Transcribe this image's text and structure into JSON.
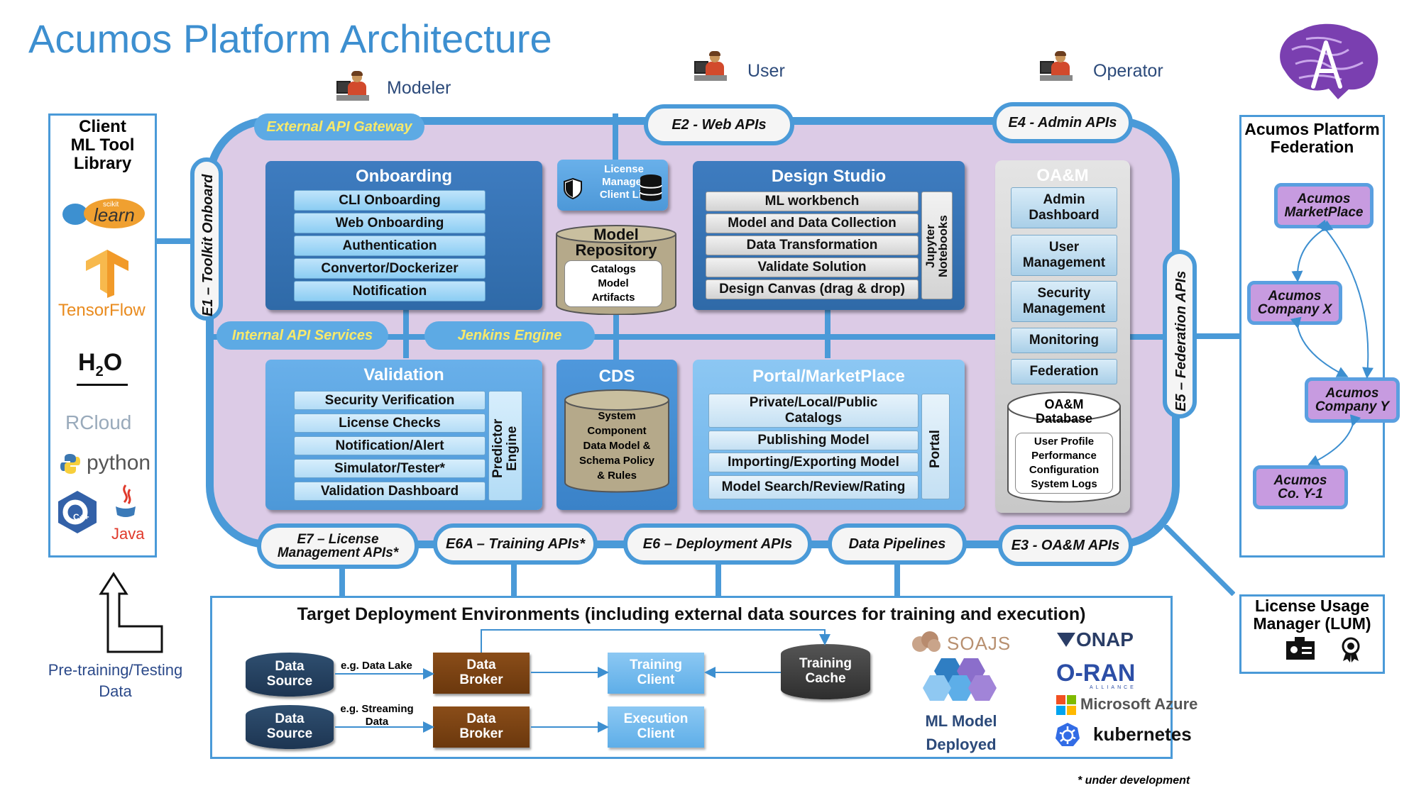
{
  "title": "Acumos Platform Architecture",
  "roles": {
    "modeler": "Modeler",
    "user": "User",
    "operator": "Operator"
  },
  "client_library": {
    "title_lines": [
      "Client",
      "ML Tool",
      "Library"
    ],
    "logos": [
      "scikit",
      "learn",
      "TensorFlow",
      "H",
      "2",
      "O",
      "RCloud",
      "python",
      "C++",
      "Java"
    ]
  },
  "pretraining": [
    "Pre-training/Testing",
    "Data"
  ],
  "gateways": {
    "external": "External API Gateway",
    "internal": "Internal API Services",
    "jenkins": "Jenkins Engine"
  },
  "apis": {
    "e1": "E1 – Toolkit Onboard",
    "e2": "E2 - Web APIs",
    "e4": "E4 - Admin APIs",
    "e5": "E5 – Federation APIs",
    "e7": [
      "E7 – License",
      "Management APIs*"
    ],
    "e6a": "E6A – Training APIs*",
    "e6": "E6 – Deployment APIs",
    "data_pipelines": "Data Pipelines",
    "e3": "E3 - OA&M APIs"
  },
  "onboarding": {
    "title": "Onboarding",
    "items": [
      "CLI Onboarding",
      "Web Onboarding",
      "Authentication",
      "Convertor/Dockerizer",
      "Notification"
    ]
  },
  "license_manager": [
    "License",
    "Manager",
    "Client Lib"
  ],
  "model_repository": {
    "title": [
      "Model",
      "Repository"
    ],
    "contents": [
      "Catalogs",
      "Model",
      "Artifacts"
    ]
  },
  "design_studio": {
    "title": "Design Studio",
    "items": [
      "ML workbench",
      "Model and Data Collection",
      "Data Transformation",
      "Validate Solution",
      "Design Canvas (drag & drop)"
    ],
    "side": [
      "Jupyter",
      "Notebooks"
    ]
  },
  "oam": {
    "title": "OA&M",
    "items": [
      [
        "Admin",
        "Dashboard"
      ],
      [
        "User",
        "Management"
      ],
      [
        "Security",
        "Management"
      ],
      [
        "Monitoring"
      ],
      [
        "Federation"
      ]
    ],
    "database_title": [
      "OA&M",
      "Database"
    ],
    "database_items": [
      "User Profile",
      "Performance",
      "Configuration",
      "System Logs"
    ]
  },
  "validation": {
    "title": "Validation",
    "items": [
      "Security Verification",
      "License Checks",
      "Notification/Alert",
      "Simulator/Tester*",
      "Validation Dashboard"
    ],
    "side": [
      "Predictor",
      "Engine"
    ]
  },
  "cds": {
    "title": "CDS",
    "contents": [
      "System",
      "Component",
      "Data Model &",
      "Schema Policy",
      "& Rules"
    ]
  },
  "portal": {
    "title": "Portal/MarketPlace",
    "items": [
      [
        "Private/Local/Public",
        "Catalogs"
      ],
      [
        "Publishing Model"
      ],
      [
        "Importing/Exporting Model"
      ],
      [
        "Model Search/Review/Rating"
      ]
    ],
    "side": "Portal"
  },
  "federation": {
    "title": [
      "Acumos Platform",
      "Federation"
    ],
    "nodes": [
      [
        "Acumos",
        "MarketPlace"
      ],
      [
        "Acumos",
        "Company X"
      ],
      [
        "Acumos",
        "Company Y"
      ],
      [
        "Acumos",
        "Co. Y-1"
      ]
    ]
  },
  "lum": {
    "title": [
      "License Usage",
      "Manager (LUM)"
    ]
  },
  "target": {
    "title": "Target Deployment Environments (including external data sources for training and execution)",
    "data_source": [
      "Data",
      "Source"
    ],
    "data_broker": [
      "Data",
      "Broker"
    ],
    "training_client": [
      "Training",
      "Client"
    ],
    "execution_client": [
      "Execution",
      "Client"
    ],
    "training_cache": [
      "Training",
      "Cache"
    ],
    "eg_lake": "e.g. Data Lake",
    "eg_streaming": [
      "e.g. Streaming",
      "Data"
    ],
    "ml_model": [
      "ML Model",
      "Deployed"
    ],
    "logos": [
      "SOAJS",
      "ONAP",
      "O-RAN",
      "ALLIANCE",
      "Microsoft Azure",
      "kubernetes"
    ]
  },
  "footnote": "* under development",
  "colors": {
    "frame_blue": "#4a9ad8",
    "platform_fill": "#dccbe6",
    "title_blue": "#3d8fd0",
    "gateway_yellow": "#f8e96a",
    "fed_purple": "#c79be0",
    "broker_brown": "#7a4312"
  }
}
